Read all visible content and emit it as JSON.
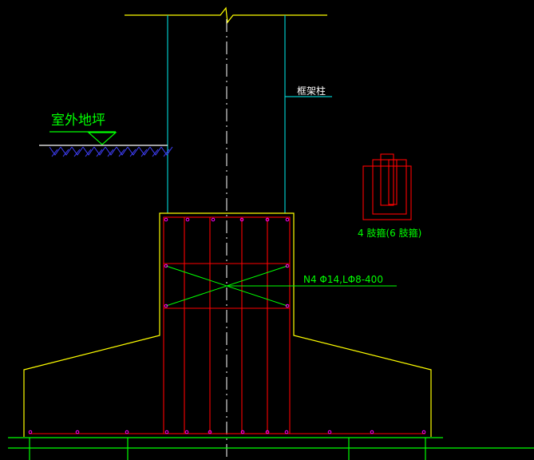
{
  "labels": {
    "ground": "室外地坪",
    "column": "框架柱",
    "stirrup": "4 肢箍(6 肢箍)",
    "rebar_spec": "N4 Φ14,LΦ8-400"
  },
  "colors": {
    "background": "#000000",
    "outline": "#ffff00",
    "column": "#00c8c8",
    "rebar": "#ff0000",
    "dots": "#ff00ff",
    "leader": "#00ff00",
    "centerline": "#ffffff",
    "hatch": "#4040ff"
  }
}
